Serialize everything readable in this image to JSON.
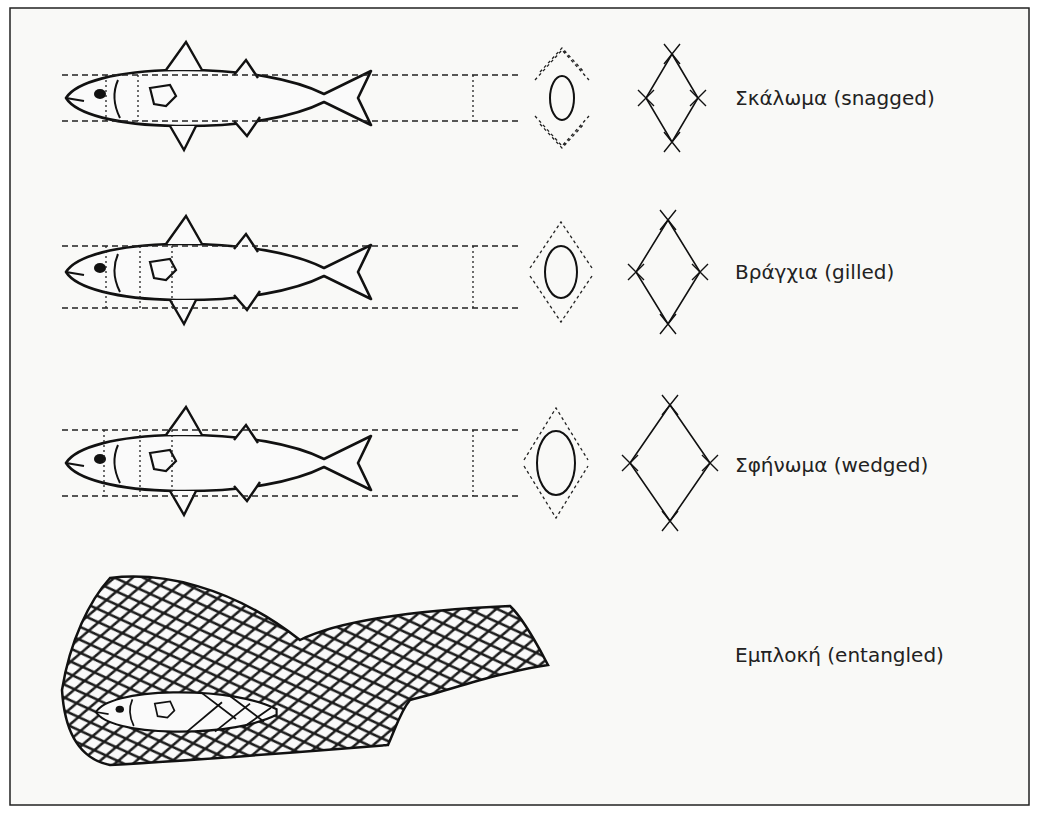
{
  "diagram": {
    "labels": [
      "Σκάλωμα (snagged)",
      "Βράγχια (gilled)",
      "Σφήνωμα (wedged)",
      "Εμπλοκή (entangled)"
    ]
  }
}
